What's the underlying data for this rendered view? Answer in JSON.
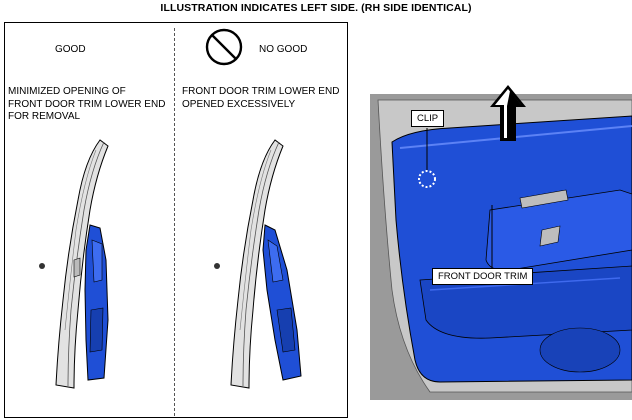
{
  "header": {
    "title": "ILLUSTRATION INDICATES LEFT SIDE. (RH SIDE IDENTICAL)"
  },
  "good": {
    "heading": "GOOD",
    "caption": "MINIMIZED OPENING OF\nFRONT DOOR TRIM LOWER END\nFOR REMOVAL"
  },
  "nogood": {
    "heading": "NO GOOD",
    "caption": "FRONT DOOR TRIM LOWER END\nOPENED EXCESSIVELY",
    "icon": "prohibition-icon"
  },
  "door_view": {
    "clip_label": "CLIP",
    "trim_label": "FRONT DOOR TRIM",
    "arrow_icon": "up-arrow-icon"
  },
  "colors": {
    "trim_blue": "#1f4fd6",
    "metal_gray": "#d9d9d9",
    "outline": "#000000"
  }
}
